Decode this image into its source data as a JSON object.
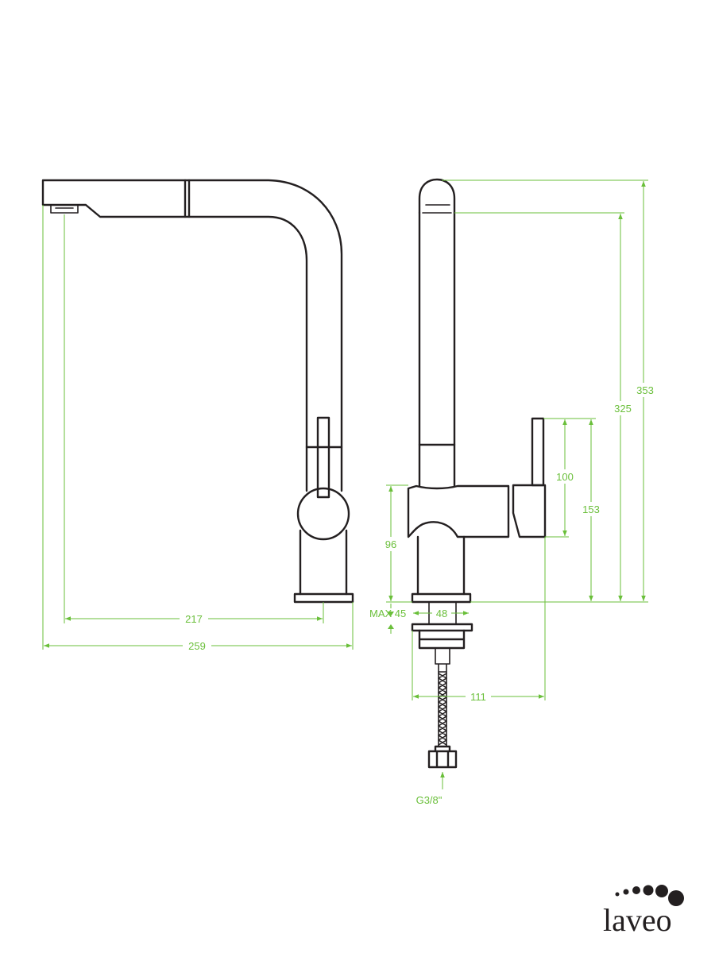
{
  "dimensions": {
    "d217": "217",
    "d259": "259",
    "d353": "353",
    "d325": "325",
    "d100": "100",
    "d153": "153",
    "d96": "96",
    "max45": "MAX 45",
    "d48": "48",
    "d111": "111",
    "thread": "G3/8\""
  },
  "logo": {
    "text": "laveo"
  },
  "colors": {
    "outline": "#231f20",
    "dimension": "#6abf3a"
  }
}
